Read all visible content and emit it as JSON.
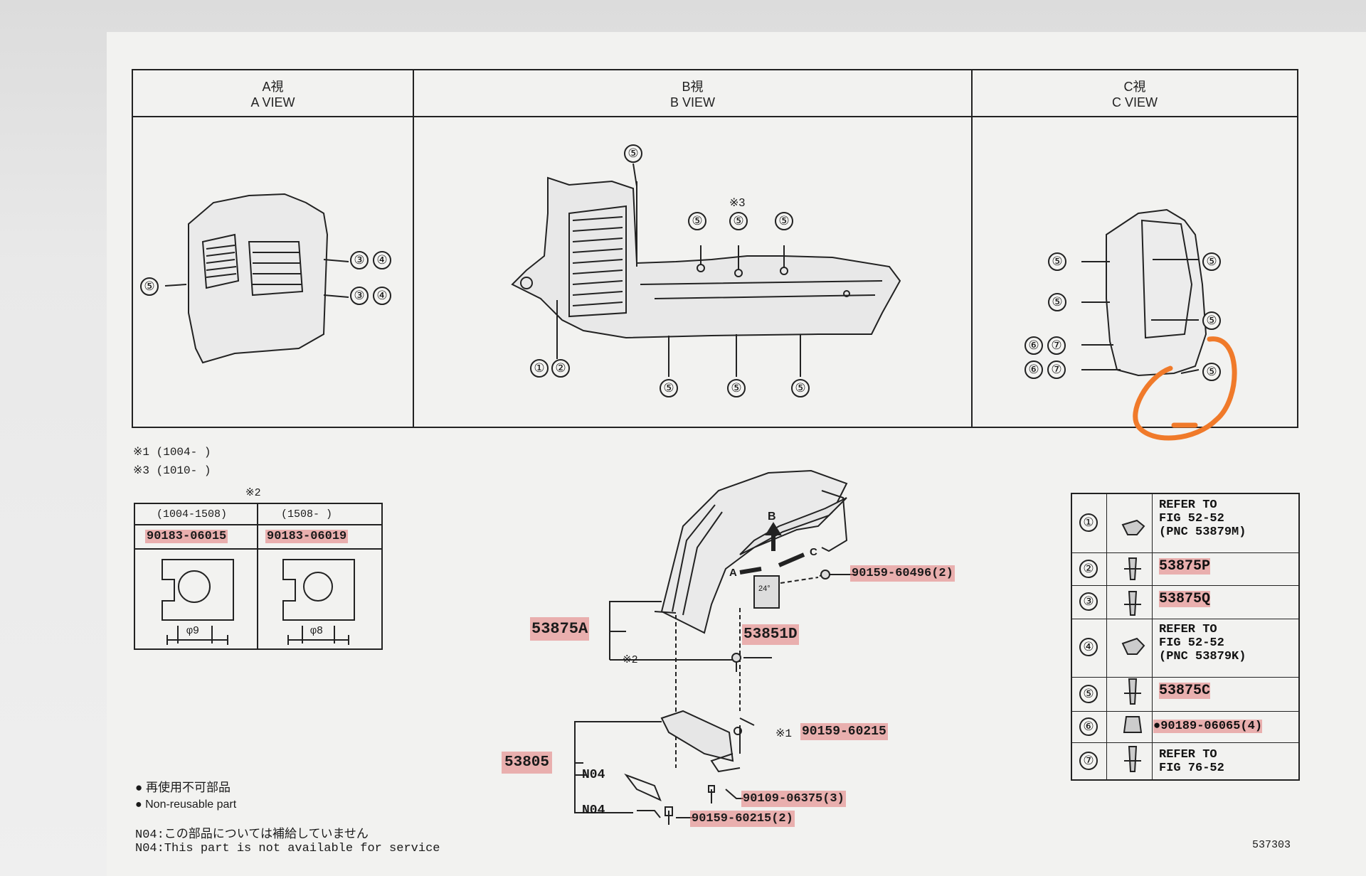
{
  "views": {
    "a": {
      "jp": "A視",
      "en": "A VIEW"
    },
    "b": {
      "jp": "B視",
      "en": "B VIEW"
    },
    "c": {
      "jp": "C視",
      "en": "C VIEW"
    }
  },
  "refs": [
    "①",
    "②",
    "③",
    "④",
    "⑤",
    "⑥",
    "⑦"
  ],
  "footnotes": {
    "n1": "※1 (1004-       )",
    "n3": "※3 (1010-       )",
    "n2": "※2"
  },
  "washer_table": {
    "col1_range": "(1004-1508)",
    "col2_range": "(1508-       )",
    "col1_part": "90183-06015",
    "col2_part": "90183-06019",
    "col1_dim": "φ9",
    "col2_dim": "φ8"
  },
  "callouts": {
    "p1": "53875A",
    "p2": "90159-60496(2)",
    "p3": "53851D",
    "p4": "※2",
    "p5": "※1",
    "p6": "90159-60215",
    "p7": "53805",
    "p8": "N04",
    "p9": "N04",
    "p10": "90109-06375(3)",
    "p11": "90159-60215(2)",
    "arrow_b": "B",
    "arrow_a": "A",
    "arrow_c": "C",
    "angle": "24°"
  },
  "legend": [
    {
      "num": "①",
      "text": [
        "REFER TO",
        "FIG 52-52",
        "(PNC 53879M)"
      ]
    },
    {
      "num": "②",
      "text": [
        "53875P"
      ]
    },
    {
      "num": "③",
      "text": [
        "53875Q"
      ]
    },
    {
      "num": "④",
      "text": [
        "REFER TO",
        "FIG 52-52",
        "(PNC 53879K)"
      ]
    },
    {
      "num": "⑤",
      "text": [
        "53875C"
      ]
    },
    {
      "num": "⑥",
      "text": [
        "●90189-06065(4)"
      ]
    },
    {
      "num": "⑦",
      "text": [
        "REFER TO",
        "FIG 76-52"
      ]
    }
  ],
  "notes": {
    "dot1": "再使用不可部品",
    "dot2": "Non-reusable part",
    "n04_jp": "N04:この部品については補給していません",
    "n04_en": "N04:This part is not available for service"
  },
  "fig_code": "537303",
  "colors": {
    "highlight": "#e07a7a",
    "annotation": "#f07a2a",
    "line": "#222222"
  }
}
